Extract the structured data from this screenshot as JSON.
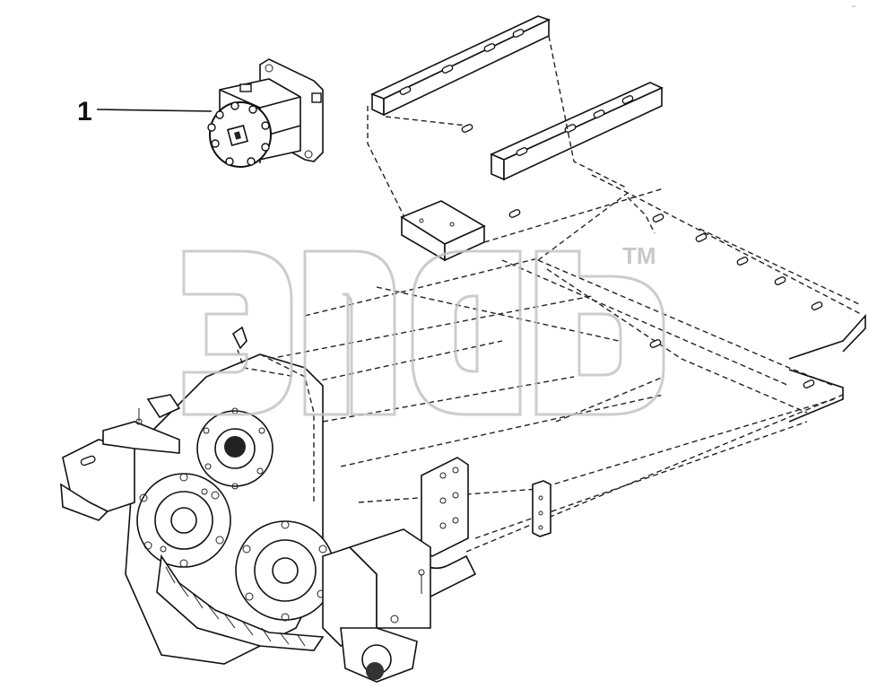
{
  "diagram": {
    "callouts": [
      {
        "label": "1",
        "part": "pump"
      }
    ],
    "watermark": {
      "trademark": "TM"
    },
    "corner_mark": "°°",
    "colors": {
      "line": "#111111",
      "watermark": "#c4c4c4",
      "background": "#ffffff"
    }
  }
}
